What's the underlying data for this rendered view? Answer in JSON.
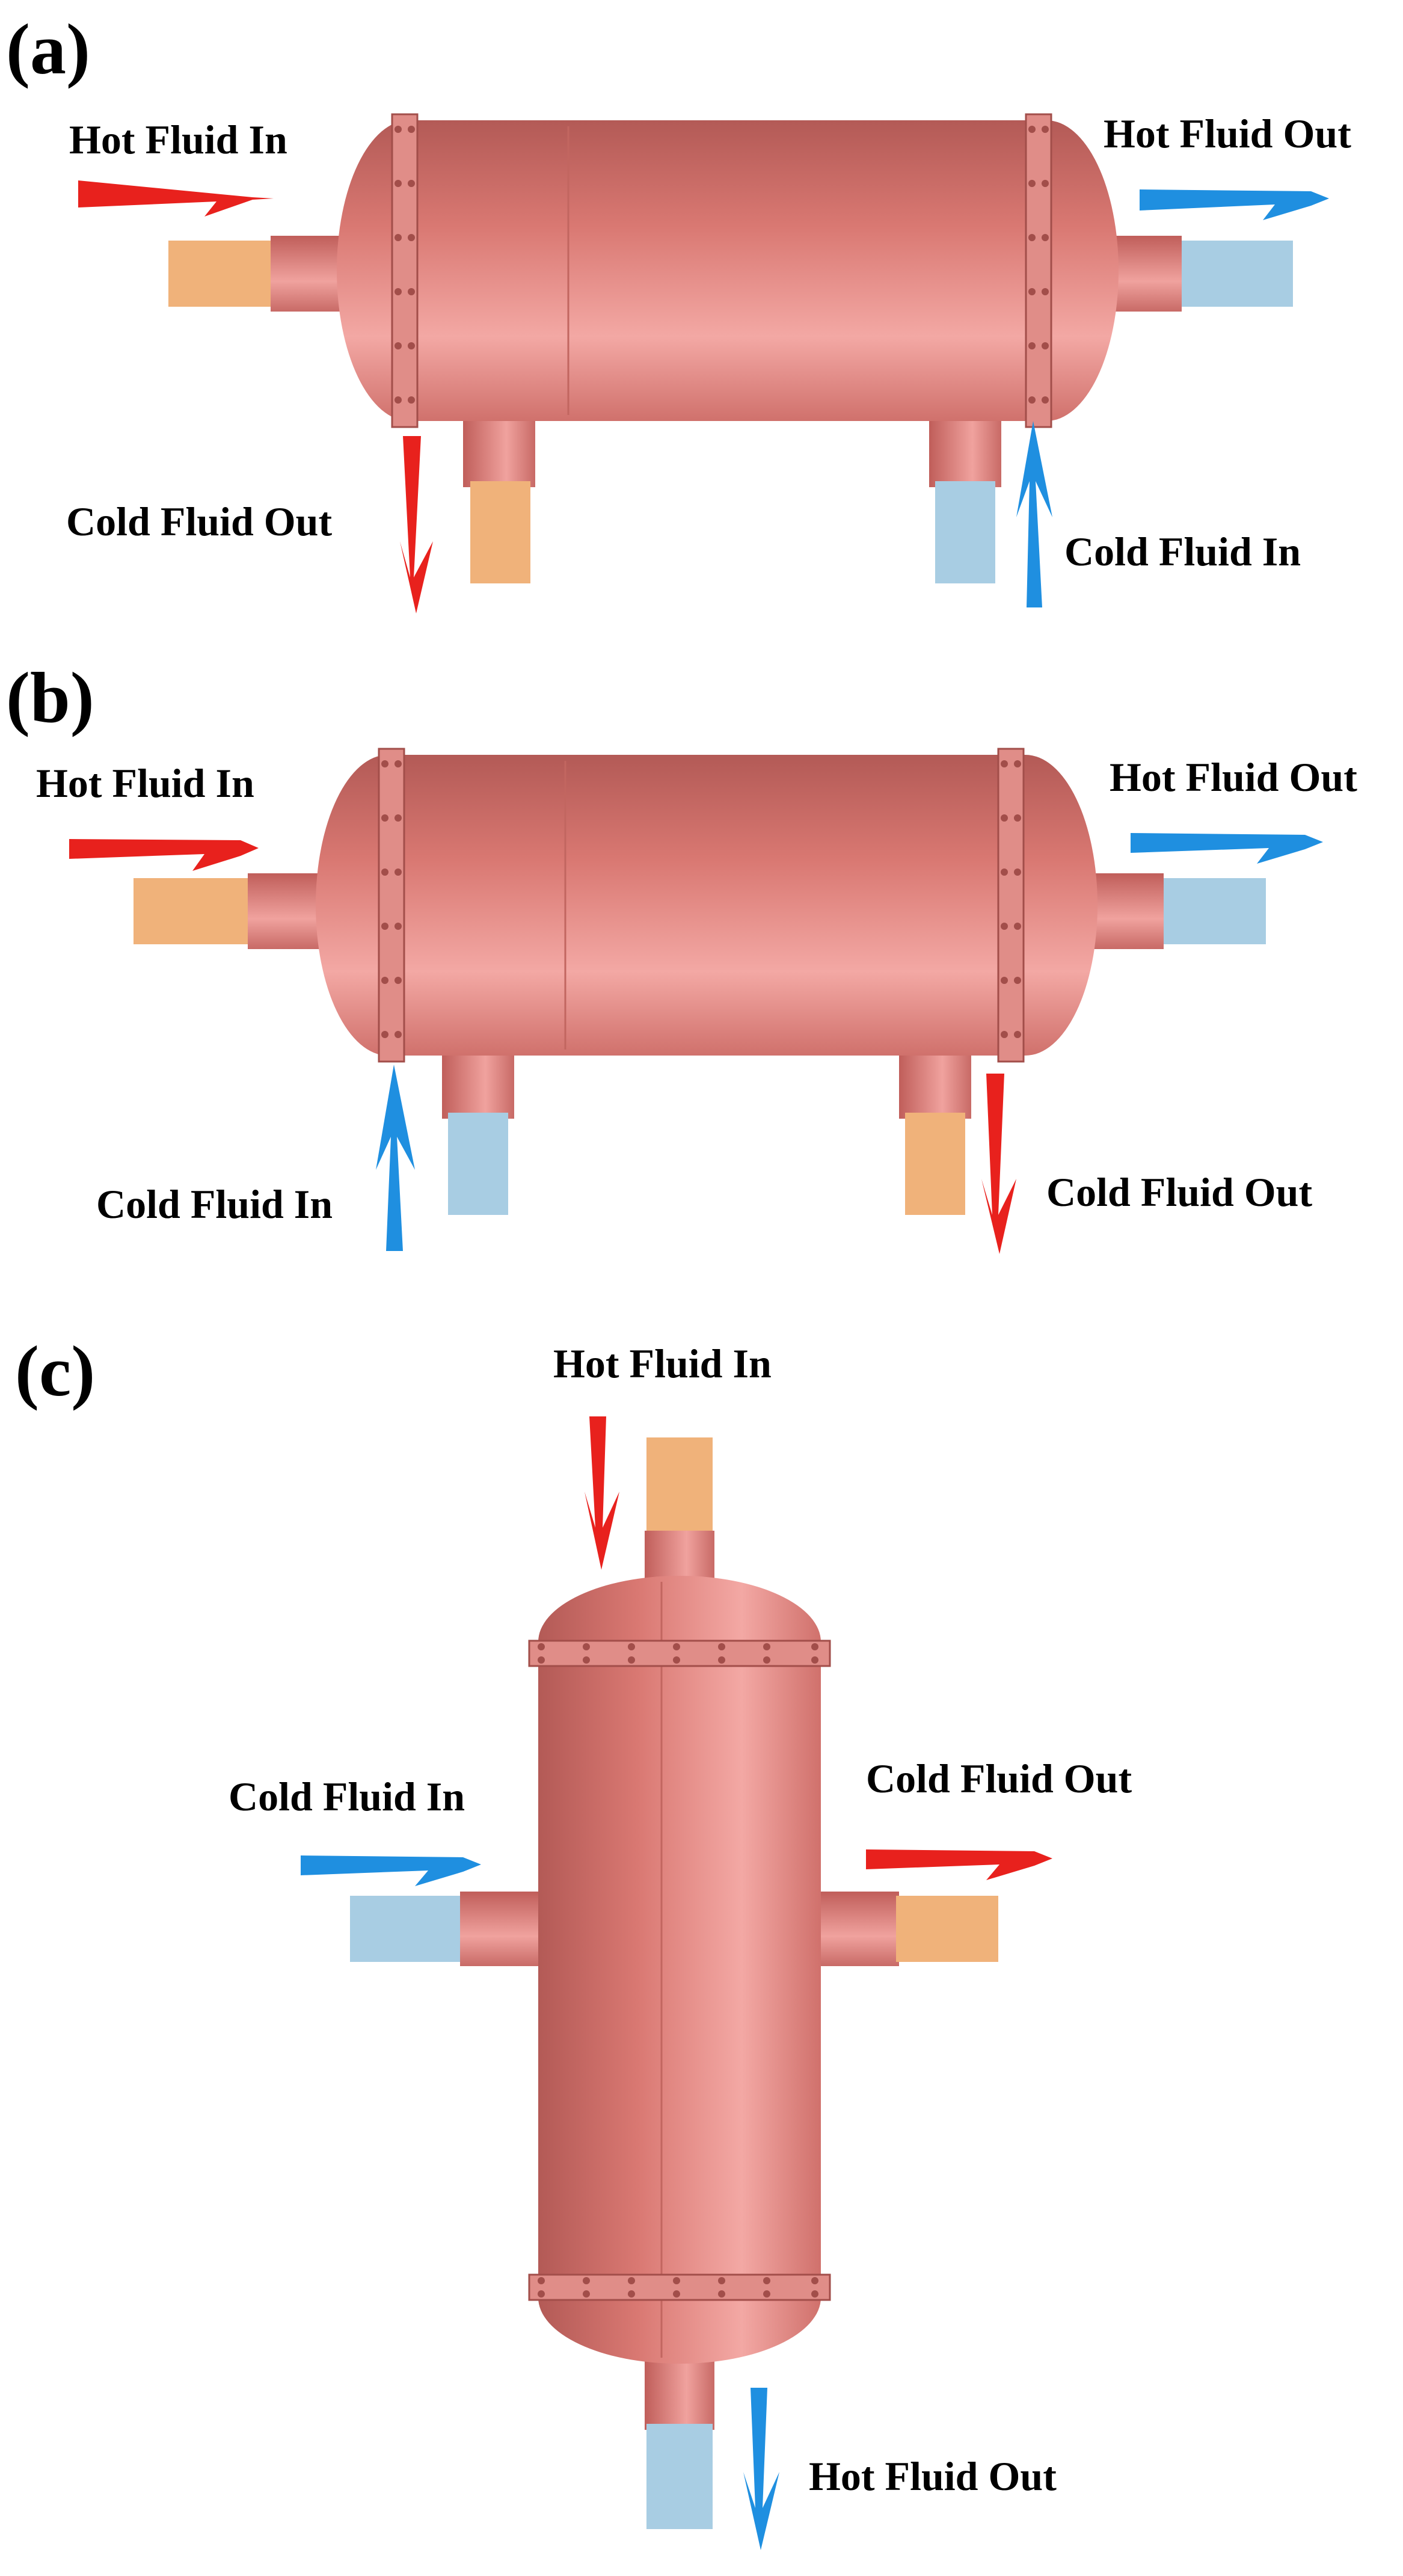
{
  "colors": {
    "shell_light": "#F3A8A4",
    "shell_mid": "#D97872",
    "shell_dark": "#B35A56",
    "hot_pipe": "#F0B27A",
    "cold_pipe": "#A8CDE3",
    "hot_arrow": "#E8211D",
    "cold_arrow": "#1F8FE0"
  },
  "panels": [
    {
      "letter": "(a)",
      "labels": {
        "hot_in": "Hot Fluid In",
        "hot_out": "Hot Fluid Out",
        "cold_out": "Cold Fluid Out",
        "cold_in": "Cold Fluid In"
      }
    },
    {
      "letter": "(b)",
      "labels": {
        "hot_in": "Hot Fluid In",
        "hot_out": "Hot Fluid Out",
        "cold_in": "Cold Fluid In",
        "cold_out": "Cold Fluid Out"
      }
    },
    {
      "letter": "(c)",
      "labels": {
        "hot_in": "Hot Fluid In",
        "cold_in": "Cold Fluid In",
        "cold_out": "Cold Fluid Out",
        "hot_out": "Hot Fluid Out"
      }
    }
  ]
}
